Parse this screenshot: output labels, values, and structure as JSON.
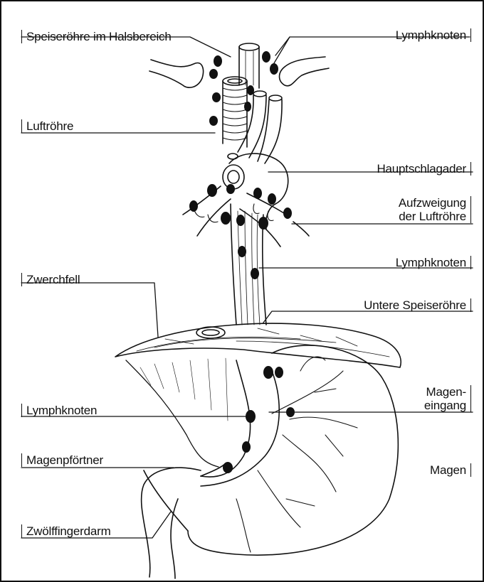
{
  "labels": {
    "cervical_esophagus": "Speiseröhre im Halsbereich",
    "lymph_nodes_top": "Lymphknoten",
    "trachea": "Luftröhre",
    "aorta": "Hauptschlagader",
    "bifurcation_line1": "Aufzweigung",
    "bifurcation_line2": "der Luftröhre",
    "lymph_nodes_mid": "Lymphknoten",
    "diaphragm": "Zwerchfell",
    "lower_esophagus": "Untere Speiseröhre",
    "cardia_line1": "Magen-",
    "cardia_line2": "eingang",
    "lymph_nodes_low": "Lymphknoten",
    "stomach": "Magen",
    "pylorus": "Magenpförtner",
    "duodenum": "Zwölffingerdarm"
  },
  "colors": {
    "ink": "#111111",
    "background": "#ffffff"
  }
}
